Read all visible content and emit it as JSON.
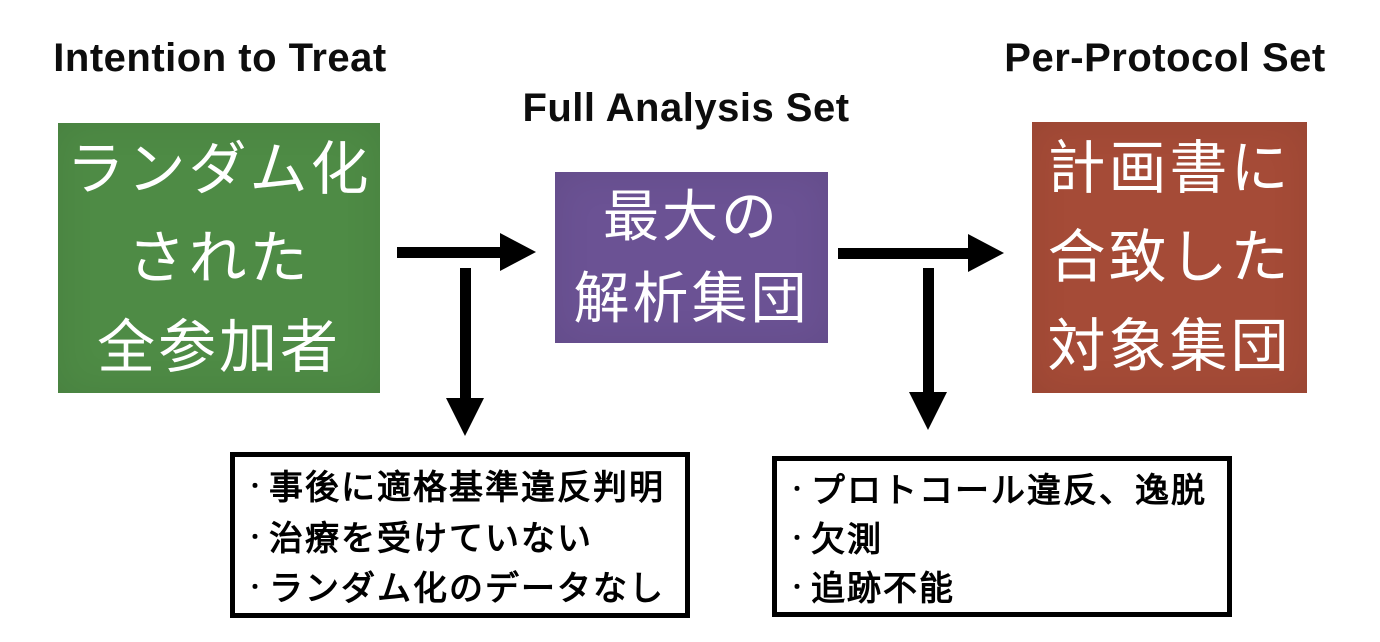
{
  "slide": {
    "background": "#ffffff",
    "arrow_color": "#000000"
  },
  "titles": {
    "intention_to_treat": "Intention to Treat",
    "full_analysis_set": "Full Analysis Set",
    "per_protocol_set": "Per-Protocol Set"
  },
  "boxes": {
    "itt": {
      "color": "#4e8b45",
      "text_color": "#ffffff",
      "lines": [
        "ランダム化",
        "された",
        "全参加者"
      ]
    },
    "fas": {
      "color": "#6b5294",
      "text_color": "#ffffff",
      "lines": [
        "最大の",
        "解析集団"
      ]
    },
    "pps": {
      "color": "#a54b37",
      "text_color": "#ffffff",
      "lines": [
        "計画書に",
        "合致した",
        "対象集団"
      ]
    }
  },
  "exclusion_lists": {
    "bullet_char": "・",
    "fas_exclusions": {
      "items": [
        "事後に適格基準違反判明",
        "治療を受けていない",
        "ランダム化のデータなし"
      ]
    },
    "pps_exclusions": {
      "items": [
        "プロトコール違反、逸脱",
        "欠測",
        "追跡不能"
      ]
    }
  }
}
